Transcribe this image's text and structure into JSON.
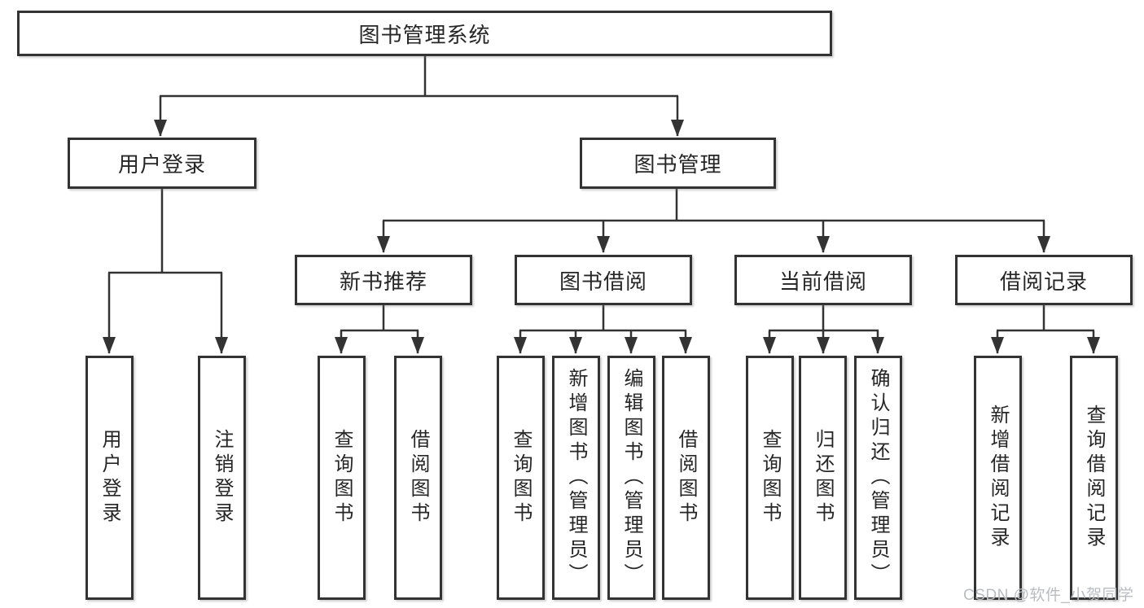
{
  "title": {
    "label": "图书管理系统"
  },
  "level2": [
    {
      "label": "用户登录"
    },
    {
      "label": "图书管理"
    }
  ],
  "level3": [
    {
      "label": "新书推荐"
    },
    {
      "label": "图书借阅"
    },
    {
      "label": "当前借阅"
    },
    {
      "label": "借阅记录"
    }
  ],
  "leaves": [
    {
      "label": "用户登录"
    },
    {
      "label": "注销登录"
    },
    {
      "label": "查询图书"
    },
    {
      "label": "借阅图书"
    },
    {
      "label": "查询图书"
    },
    {
      "label": "新增图书（管理员）"
    },
    {
      "label": "编辑图书（管理员）"
    },
    {
      "label": "借阅图书"
    },
    {
      "label": "查询图书"
    },
    {
      "label": "归还图书"
    },
    {
      "label": "确认归还（管理员）"
    },
    {
      "label": "新增借阅记录"
    },
    {
      "label": "查询借阅记录"
    }
  ],
  "watermark": {
    "text": "CSDN @软件_小贺同学"
  },
  "colors": {
    "line": "#333333",
    "text": "#262626",
    "watermark": "#b9bcc0",
    "background": "#ffffff"
  }
}
